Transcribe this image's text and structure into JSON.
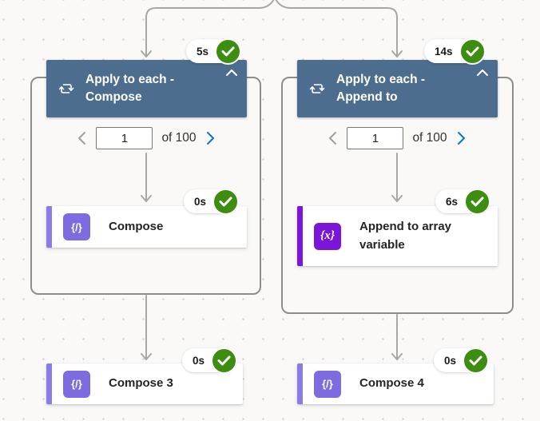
{
  "colors": {
    "canvas_bg": "#faf9f8",
    "dot_color": "#d0cecb",
    "scope_border": "#8f8d8b",
    "header_bg": "#4d6d8f",
    "success_green": "#3d8e10",
    "connector_gray": "#a9a7a5",
    "compose_purple": "#7d6be0",
    "compose_bar": "#8a7ce8",
    "variable_purple": "#7a16d8",
    "next_blue": "#0078d4"
  },
  "scopes": [
    {
      "title": "Apply to each - Compose",
      "duration_badge": "5s",
      "status": "succeeded",
      "type_icon": "loop-icon",
      "collapse_icon": "chevron-up-icon",
      "pagination": {
        "value": "1",
        "of_label": "of 100"
      },
      "child_action": {
        "title": "Compose",
        "duration_badge": "0s",
        "status": "succeeded",
        "icon_glyph": "{/}"
      }
    },
    {
      "title": "Apply to each - Append to",
      "duration_badge": "14s",
      "status": "succeeded",
      "type_icon": "loop-icon",
      "collapse_icon": "chevron-up-icon",
      "pagination": {
        "value": "1",
        "of_label": "of 100"
      },
      "child_action": {
        "title": "Append to array variable",
        "duration_badge": "6s",
        "status": "succeeded",
        "icon_glyph": "{x}"
      }
    }
  ],
  "bottom_actions": [
    {
      "title": "Compose 3",
      "duration_badge": "0s",
      "status": "succeeded",
      "icon_glyph": "{/}"
    },
    {
      "title": "Compose 4",
      "duration_badge": "0s",
      "status": "succeeded",
      "icon_glyph": "{/}"
    }
  ]
}
